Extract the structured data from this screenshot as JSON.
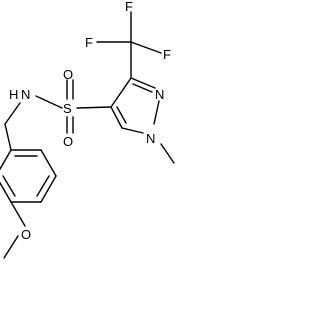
{
  "molecule": {
    "atoms": {
      "f_top": "F",
      "f_left": "F",
      "f_right": "F",
      "sulfur": "S",
      "o_upper": "O",
      "o_lower": "O",
      "n_amide": "N",
      "h_amide": "H",
      "n_ring_upper": "N",
      "n_ring_lower": "N",
      "o_methoxy": "O"
    },
    "colors": {
      "ink": "#000000",
      "background": "#ffffff"
    }
  }
}
